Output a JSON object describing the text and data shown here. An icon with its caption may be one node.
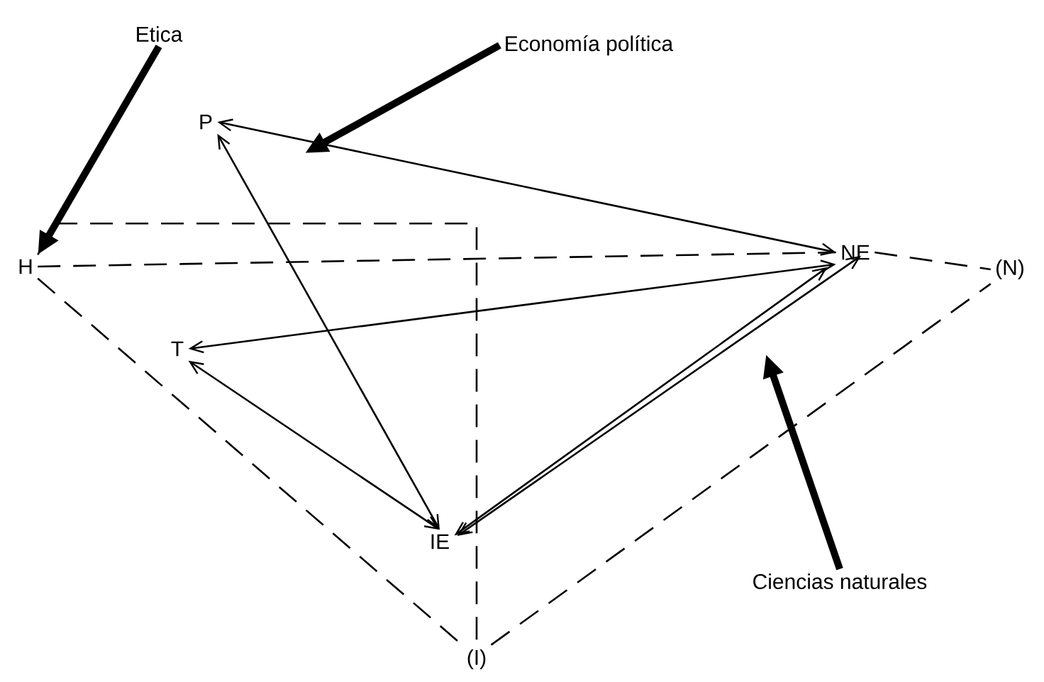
{
  "diagram": {
    "nodes": [
      {
        "text": [
          "Etica"
        ]
      },
      {
        "text": [
          "Economía política"
        ]
      },
      {
        "text": [
          "P"
        ]
      },
      {
        "text": [
          "H"
        ]
      },
      {
        "text": [
          "NE"
        ]
      },
      {
        "text": [
          "(N)"
        ]
      },
      {
        "text": [
          "T"
        ]
      },
      {
        "text": [
          "IE"
        ]
      },
      {
        "text": [
          "(I)"
        ]
      },
      {
        "text": [
          "Ciencias naturales"
        ]
      }
    ],
    "edges": [
      {
        "from": 2,
        "to": 4,
        "arrow": "both"
      },
      {
        "from": 2,
        "to": 7,
        "arrow": "both"
      },
      {
        "from": 6,
        "to": 4,
        "arrow": "both"
      },
      {
        "from": 6,
        "to": 7,
        "arrow": "both"
      },
      {
        "from": 4,
        "to": 7,
        "arrow": "both"
      },
      {
        "from": 4,
        "to": 7,
        "arrow": "both"
      },
      {
        "from": 3,
        "to": 4,
        "arrow": "none",
        "style": "dashed"
      },
      {
        "from": 4,
        "to": 5,
        "arrow": "none",
        "style": "dashed"
      },
      {
        "from": 3,
        "to": 8,
        "arrow": "none",
        "style": "dashed"
      },
      {
        "from": 8,
        "to": 5,
        "arrow": "none",
        "style": "dashed"
      },
      {
        "from": 3,
        "to": 8,
        "arrow": "none",
        "style": "dashed"
      },
      {
        "from": 0,
        "to": 3,
        "arrow": "to",
        "style": "thick"
      },
      {
        "from": 1,
        "to": null,
        "arrow": "to",
        "style": "thick"
      },
      {
        "from": 9,
        "to": null,
        "arrow": "to",
        "style": "thick"
      }
    ]
  }
}
